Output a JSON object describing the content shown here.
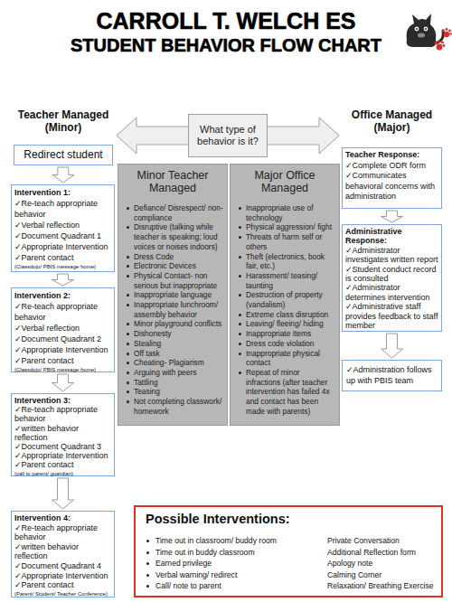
{
  "diagram": {
    "title": "CARROLL T. WELCH ES STUDENT BEHAVIOR FLOW CHART",
    "nodes": [
      {
        "text": [
          "What type of behavior is it?"
        ]
      },
      {
        "text": [
          "Redirect student"
        ]
      },
      {
        "text": [
          "Intervention 1:",
          "✓Re-teach appropriate behavior",
          "✓Verbal reflection",
          "✓Document Quadrant 1",
          "✓Appropriate Intervention",
          "✓Parent contact",
          "(Classdojo/ PBIS message home)"
        ]
      },
      {
        "text": [
          "Intervention 2:",
          "✓Re-teach appropriate behavior",
          "✓Verbal reflection",
          "✓Document Quadrant 2",
          "✓Appropriate Intervention",
          "✓Parent contact",
          "(Classdojo/ PBIS message home)"
        ]
      },
      {
        "text": [
          "Intervention 3:",
          "✓Re-teach appropriate behavior",
          "✓written behavior reflection",
          "✓Document Quadrant 3",
          "✓Appropriate Intervention",
          "✓Parent contact",
          "(call to parent/ guardian)"
        ]
      },
      {
        "text": [
          "Intervention 4:",
          "✓Re-teach appropriate behavior",
          "✓written behavior reflection",
          "✓Document Quadrant 4",
          "✓Appropriate Intervention",
          "✓Parent contact",
          "(Parent/ Student/ Teacher Conference)"
        ]
      },
      {
        "text": [
          "Minor Teacher Managed",
          "Defiance/ Disrespect/ non- compliance",
          "Disruptive (talking while teacher is speaking; loud voices or noises indoors)",
          "Dress Code",
          "Electronic Devices",
          "Physical Contact- non serious but inappropriate",
          "Inappropriate language",
          "Inappropriate lunchroom/ assembly behavior",
          "Minor playground conflicts",
          "Dishonesty",
          "Stealing",
          "Off task",
          "Cheating- Plagiarism",
          "Arguing with peers",
          "Tattling",
          "Teasing",
          "Not completing classwork/ homework"
        ]
      },
      {
        "text": [
          "Major Office Managed",
          "Inappropriate use of technology",
          "Physical aggression/ fight",
          "Threats of harm self or others",
          "Theft (electronics, book fair, etc.)",
          "Harassment/ teasing/ taunting",
          "Destruction of property (vandalism)",
          "Extreme class disruption",
          "Leaving/ fleeing/ hiding",
          "Inappropriate Items",
          "Dress code violation",
          "Inappropriate physical contact",
          "Repeat of minor infractions (after teacher intervention has failed 4x and contact has been made with parents)"
        ]
      },
      {
        "text": [
          "Teacher Response:",
          "✓Complete ODR form",
          "✓Communicates behavioral concerns with administration"
        ]
      },
      {
        "text": [
          "Administrative Response:",
          "✓Administrator investigates written report",
          "✓Student conduct record is consulted",
          "✓Administrator determines intervention",
          "✓Administrative staff provides feedback to staff member"
        ]
      },
      {
        "text": [
          "✓Administration follows up with PBIS team"
        ]
      },
      {
        "text": [
          "Possible Interventions:",
          "Time out in classroom/ buddy room",
          "Time out in buddy classroom",
          "Earned privilege",
          "Verbal warning/ redirect",
          "Call/ note to parent",
          "Private Conversation",
          "Additional Reflection form",
          "Apology note",
          "Calming Corner",
          "Relaxation/ Breathing Exercise"
        ]
      }
    ],
    "edges": [
      {
        "from": 1,
        "to": 2,
        "arrow": "to"
      },
      {
        "from": 2,
        "to": 3,
        "arrow": "to"
      },
      {
        "from": 3,
        "to": 4,
        "arrow": "to"
      },
      {
        "from": 4,
        "to": 5,
        "arrow": "to"
      },
      {
        "from": 8,
        "to": 9,
        "arrow": "to"
      },
      {
        "from": 9,
        "to": 10,
        "arrow": "to"
      }
    ],
    "labels": [
      "Teacher Managed (Minor)",
      "Office Managed (Major)"
    ]
  }
}
